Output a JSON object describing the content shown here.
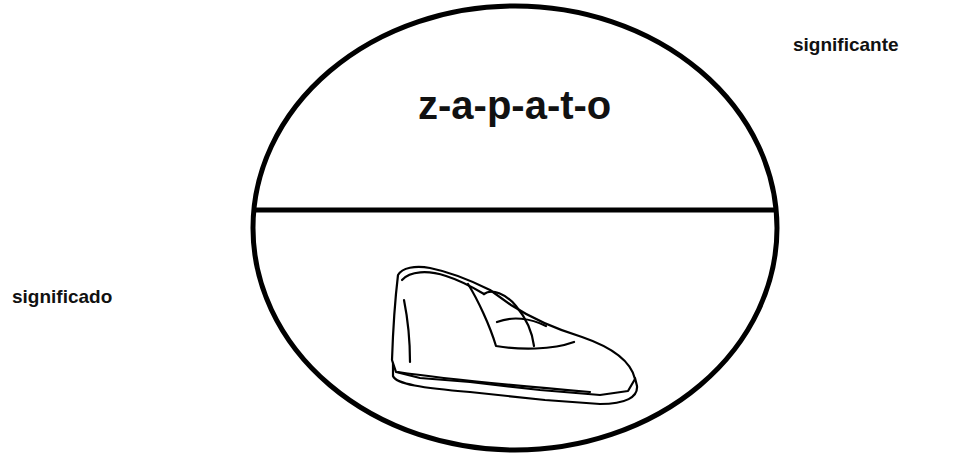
{
  "diagram": {
    "nodes": [
      {
        "text": [
          "z-a-p-a-t-o"
        ]
      }
    ],
    "labels": [
      "significante",
      "significado"
    ]
  }
}
